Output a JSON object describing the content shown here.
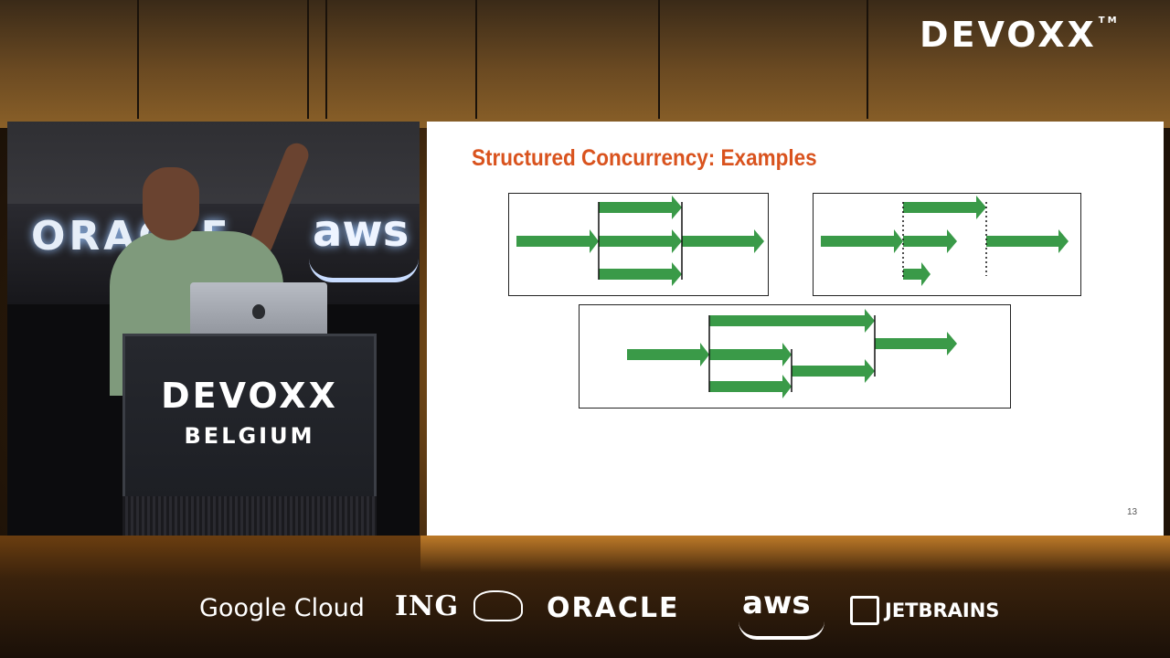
{
  "header": {
    "brand": "DEVOXX",
    "trademark": "TM"
  },
  "camera": {
    "banner_left": "ORACLE",
    "banner_right": "aws",
    "podium_brand": "DEVOXX",
    "podium_location": "BELGIUM",
    "speaker_shirt_color": "#7f9a7c"
  },
  "slide": {
    "title": "Structured Concurrency: Examples",
    "page_number": "13",
    "title_color": "#d9531e",
    "arrow_color": "#3a9a48"
  },
  "sponsors": {
    "google": "Google Cloud",
    "ing": "ING",
    "oracle": "ORACLE",
    "aws": "aws",
    "jetbrains": "JETBRAINS"
  }
}
